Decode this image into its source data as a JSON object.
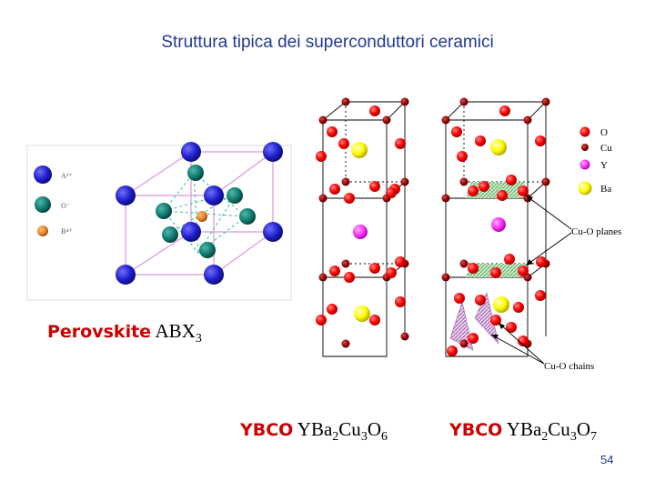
{
  "slide": {
    "title": "Struttura tipica dei superconduttori ceramici",
    "page_number": "54"
  },
  "perovskite": {
    "name": "Perovskite",
    "formula_main": "ABX",
    "formula_sub": "3",
    "legend": [
      {
        "label": "A²⁺",
        "color": "#1e1ecf"
      },
      {
        "label": "O⁻",
        "color": "#0f7a6e"
      },
      {
        "label": "B⁴⁺",
        "color": "#e8842a"
      }
    ]
  },
  "ybco6": {
    "name": "YBCO",
    "formula": [
      {
        "t": "YBa"
      },
      {
        "s": "2"
      },
      {
        "t": "Cu"
      },
      {
        "s": "3"
      },
      {
        "t": "O"
      },
      {
        "s": "6"
      }
    ]
  },
  "ybco7": {
    "name": "YBCO",
    "formula": [
      {
        "t": "YBa"
      },
      {
        "s": "2"
      },
      {
        "t": "Cu"
      },
      {
        "s": "3"
      },
      {
        "t": "O"
      },
      {
        "s": "7"
      }
    ],
    "legend": [
      {
        "label": "O",
        "color": "#ff0000"
      },
      {
        "label": "Cu",
        "color": "#990000"
      },
      {
        "label": "Y",
        "color": "#ff33ff"
      },
      {
        "label": "Ba",
        "color": "#ffff00"
      }
    ],
    "annotation_planes": "Cu-O planes",
    "annotation_chains": "Cu-O chains"
  }
}
